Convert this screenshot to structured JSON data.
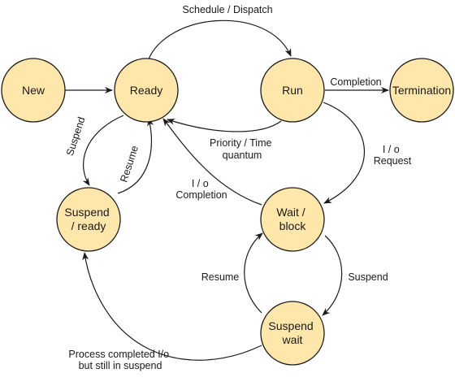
{
  "diagram": {
    "colors": {
      "state_fill": "#FFE6AA",
      "stroke": "#1a1a1a",
      "background": "#ffffff"
    },
    "states": {
      "new": "New",
      "ready": "Ready",
      "run": "Run",
      "termination": "Termination",
      "suspend_ready": [
        "Suspend",
        "/ ready"
      ],
      "wait_block": [
        "Wait /",
        "block"
      ],
      "suspend_wait": [
        "Suspend",
        "wait"
      ]
    },
    "transitions": {
      "schedule_dispatch": "Schedule / Dispatch",
      "completion": "Completion",
      "priority_time_quantum": [
        "Priority / Time",
        "quantum"
      ],
      "io_request": [
        "I / o",
        "Request"
      ],
      "io_completion": [
        "I / o",
        "Completion"
      ],
      "suspend_ready": "Suspend",
      "resume_ready": "Resume",
      "resume_wait": "Resume",
      "suspend_wait": "Suspend",
      "process_completed_io": [
        "Process completed I/o",
        "but still in suspend"
      ]
    }
  }
}
